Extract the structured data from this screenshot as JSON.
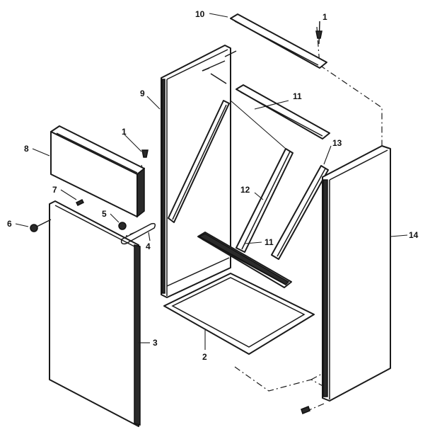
{
  "callouts": {
    "c1_top": "1",
    "c1_mid": "1",
    "c2": "2",
    "c3": "3",
    "c4": "4",
    "c5": "5",
    "c6": "6",
    "c7": "7",
    "c8": "8",
    "c9": "9",
    "c10": "10",
    "c11_top": "11",
    "c11_bottom": "11",
    "c12": "12",
    "c13": "13",
    "c14": "14"
  }
}
